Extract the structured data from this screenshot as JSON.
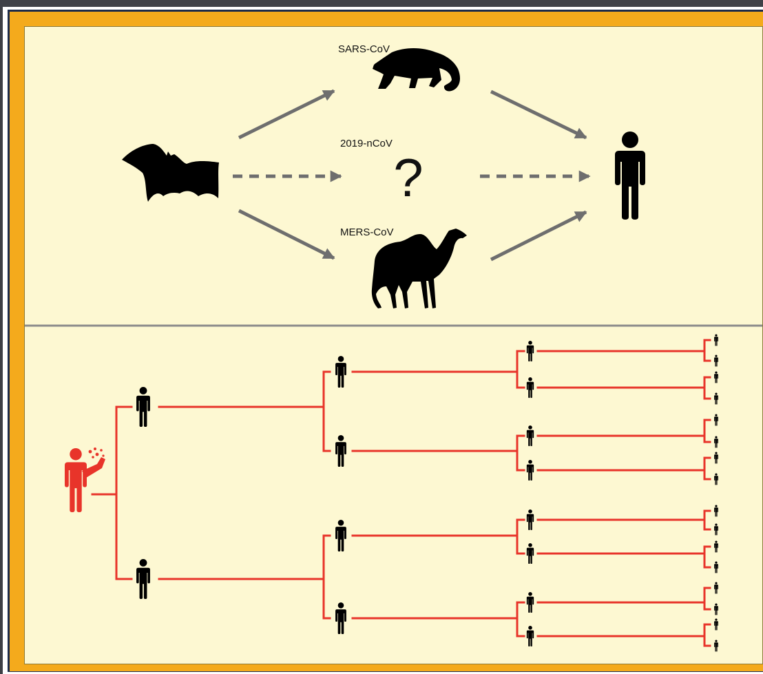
{
  "colors": {
    "frame": "#f4aa1c",
    "panel_background": "#fdf8d2",
    "arrow": "#6e6e6e",
    "transmission_line": "#e8342a",
    "index_case": "#e8342a",
    "silhouette": "#000000"
  },
  "zoonotic": {
    "source_icon": "bat-icon",
    "target_icon": "person-icon",
    "routes": [
      {
        "label": "SARS-CoV",
        "host_icon": "civet-icon",
        "style": "solid"
      },
      {
        "label": "2019-nCoV",
        "host_icon": "question-mark",
        "host_text": "?",
        "style": "dashed"
      },
      {
        "label": "MERS-CoV",
        "host_icon": "camel-icon",
        "style": "solid"
      }
    ]
  },
  "transmission_tree": {
    "index_icon": "coughing-person-icon",
    "contact_icon": "person-icon",
    "branching": 2,
    "generations": 4
  }
}
